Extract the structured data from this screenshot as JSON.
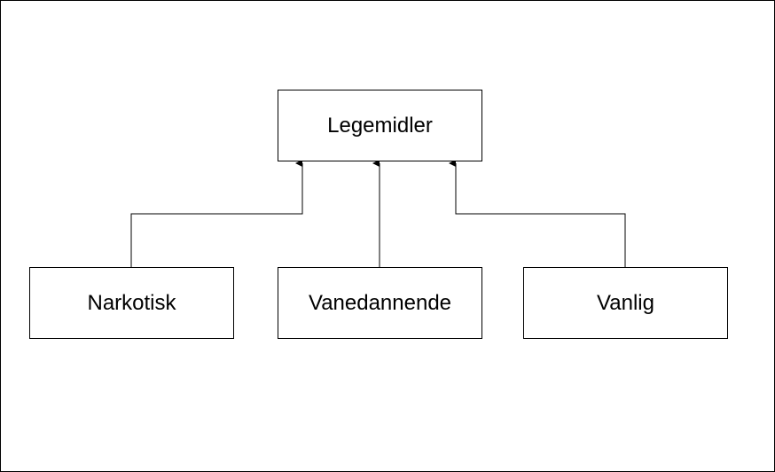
{
  "diagram": {
    "parent": {
      "label": "Legemidler"
    },
    "children": [
      {
        "label": "Narkotisk"
      },
      {
        "label": "Vanedannende"
      },
      {
        "label": "Vanlig"
      }
    ],
    "relation": "inheritance",
    "colors": {
      "stroke": "#000000",
      "fill": "#ffffff",
      "text": "#000000"
    }
  }
}
